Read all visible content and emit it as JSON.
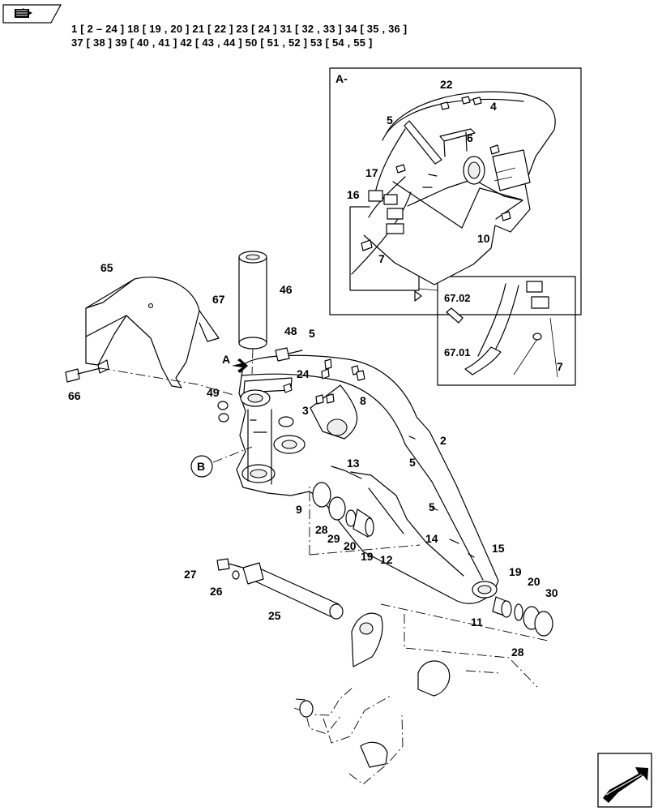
{
  "header": {
    "line1": "1 [ 2 – 24 ]   18 [ 19 , 20 ]   21 [ 22 ]   23 [ 24 ]   31 [ 32 , 33 ]   34 [ 35 , 36 ]",
    "line2": "37 [ 38 ]   39 [ 40 , 41 ]   42 [ 43 , 44 ]   50 [ 51 , 52 ]   53 [ 54 , 55 ]"
  },
  "icons": {
    "top_left": "book-arrow-icon",
    "bottom_right": "next-page-arrow-icon"
  },
  "detail": {
    "view_label": "A-",
    "direction_label": "A",
    "section_label": "B"
  },
  "callouts": {
    "c2": "2",
    "c3": "3",
    "c4": "4",
    "c5a": "5",
    "c5b": "5",
    "c5c": "5",
    "c5d": "5",
    "c6": "6",
    "c7a": "7",
    "c7b": "7",
    "c8": "8",
    "c9": "9",
    "c10": "10",
    "c11": "11",
    "c12": "12",
    "c13": "13",
    "c14": "14",
    "c15": "15",
    "c16": "16",
    "c17": "17",
    "c19a": "19",
    "c19b": "19",
    "c20a": "20",
    "c20b": "20",
    "c22": "22",
    "c24": "24",
    "c25": "25",
    "c26": "26",
    "c27": "27",
    "c28a": "28",
    "c28b": "28",
    "c29": "29",
    "c30": "30",
    "c46": "46",
    "c48": "48",
    "c49": "49",
    "c65": "65",
    "c66": "66",
    "c67": "67",
    "c6702": "67.02",
    "c6701": "67.01"
  }
}
